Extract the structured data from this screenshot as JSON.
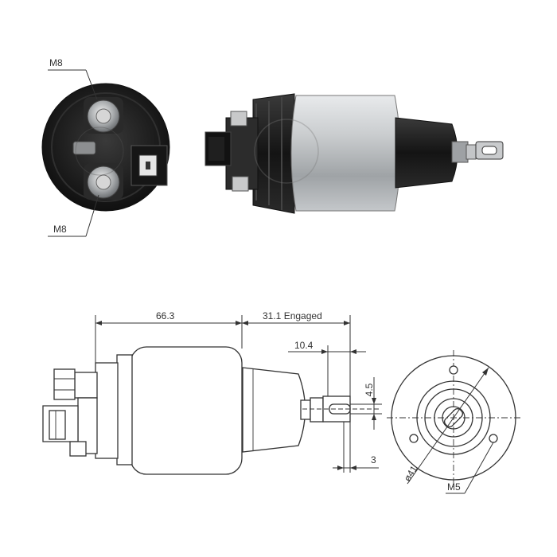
{
  "photo_labels": {
    "thread_top": "M8",
    "thread_bottom": "M8"
  },
  "dimensions": {
    "body_length": "66.3",
    "stroke": "31.1 Engaged",
    "plunger_offset": "10.4",
    "slot_width": "4.5",
    "plate_thickness": "3",
    "flange_diameter": "ø41",
    "mount_thread": "M5"
  },
  "colors": {
    "line": "#333333",
    "housing_metal": "#b9bcbf",
    "plastic_black": "#1e1e1e"
  }
}
